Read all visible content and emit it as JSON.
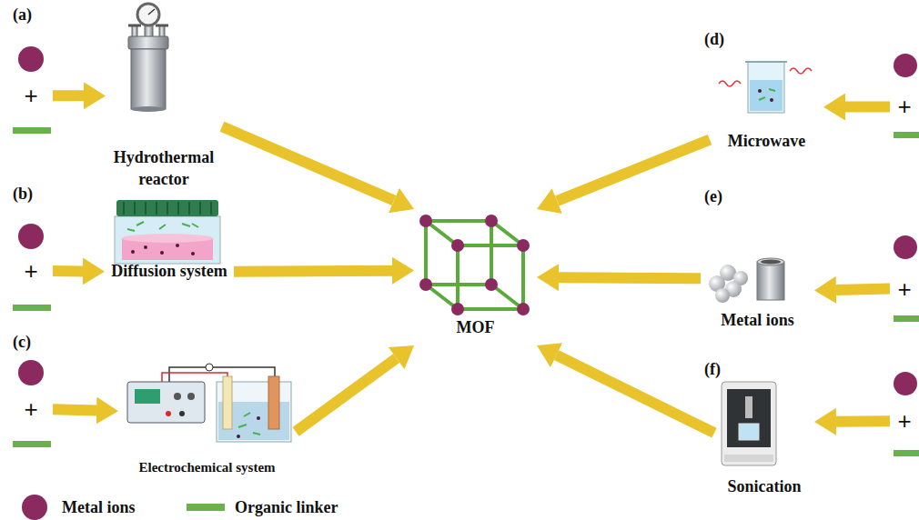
{
  "diagram": {
    "nodes": [
      {
        "text": [
          "+"
        ]
      },
      {
        "text": [
          "Hydrothermal reactor"
        ]
      },
      {
        "text": [
          "+"
        ]
      },
      {
        "text": [
          "Diffusion system"
        ]
      },
      {
        "text": [
          "+"
        ]
      },
      {
        "text": [
          "Electrochemical system"
        ]
      },
      {
        "text": [
          "MOF"
        ]
      },
      {
        "text": [
          "Microwave"
        ]
      },
      {
        "text": [
          "+"
        ]
      },
      {
        "text": [
          "Metal ions"
        ]
      },
      {
        "text": [
          "+"
        ]
      },
      {
        "text": [
          "Sonication"
        ]
      },
      {
        "text": [
          "+"
        ]
      }
    ],
    "edges": [
      {
        "from": 0,
        "to": 1,
        "arrow": "to"
      },
      {
        "from": 2,
        "to": 3,
        "arrow": "to"
      },
      {
        "from": 4,
        "to": 5,
        "arrow": "to"
      },
      {
        "from": 1,
        "to": 6,
        "arrow": "to"
      },
      {
        "from": 3,
        "to": 6,
        "arrow": "to"
      },
      {
        "from": 5,
        "to": 6,
        "arrow": "to"
      },
      {
        "from": 7,
        "to": 6,
        "arrow": "to"
      },
      {
        "from": 9,
        "to": 6,
        "arrow": "to"
      },
      {
        "from": 11,
        "to": 6,
        "arrow": "to"
      },
      {
        "from": 8,
        "to": 7,
        "arrow": "to"
      },
      {
        "from": 10,
        "to": 9,
        "arrow": "to"
      },
      {
        "from": 12,
        "to": 11,
        "arrow": "to"
      }
    ],
    "labels": [
      "(a)",
      "(b)",
      "(c)",
      "(d)",
      "(e)",
      "(f)"
    ],
    "legend": [
      {
        "text": "Metal ions",
        "color": "#8b2a5e"
      },
      {
        "text": "Organic linker",
        "color": "#6ab04c"
      }
    ]
  }
}
